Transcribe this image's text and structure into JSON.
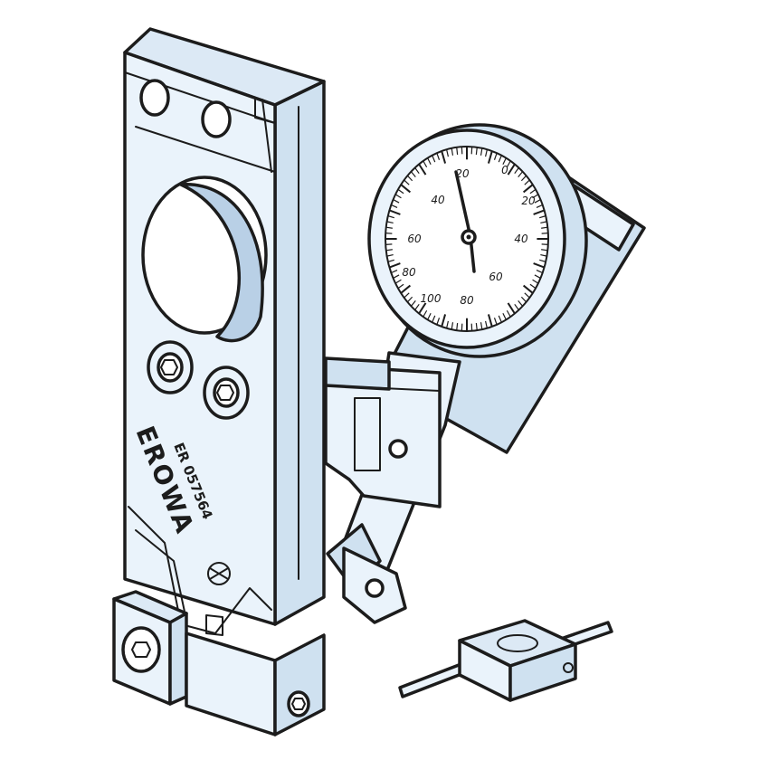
{
  "marking": {
    "brand": "EROWA",
    "part_number": "ER 057564"
  },
  "dial": {
    "left_labels": [
      "20",
      "40",
      "60",
      "80",
      "100"
    ],
    "right_labels": [
      "0",
      "20",
      "40",
      "60",
      "80"
    ]
  },
  "colors": {
    "body": "#eaf3fb",
    "side": "#cfe1f0",
    "outline": "#1c1c1c",
    "dial_ring": "#1c1c1c"
  }
}
